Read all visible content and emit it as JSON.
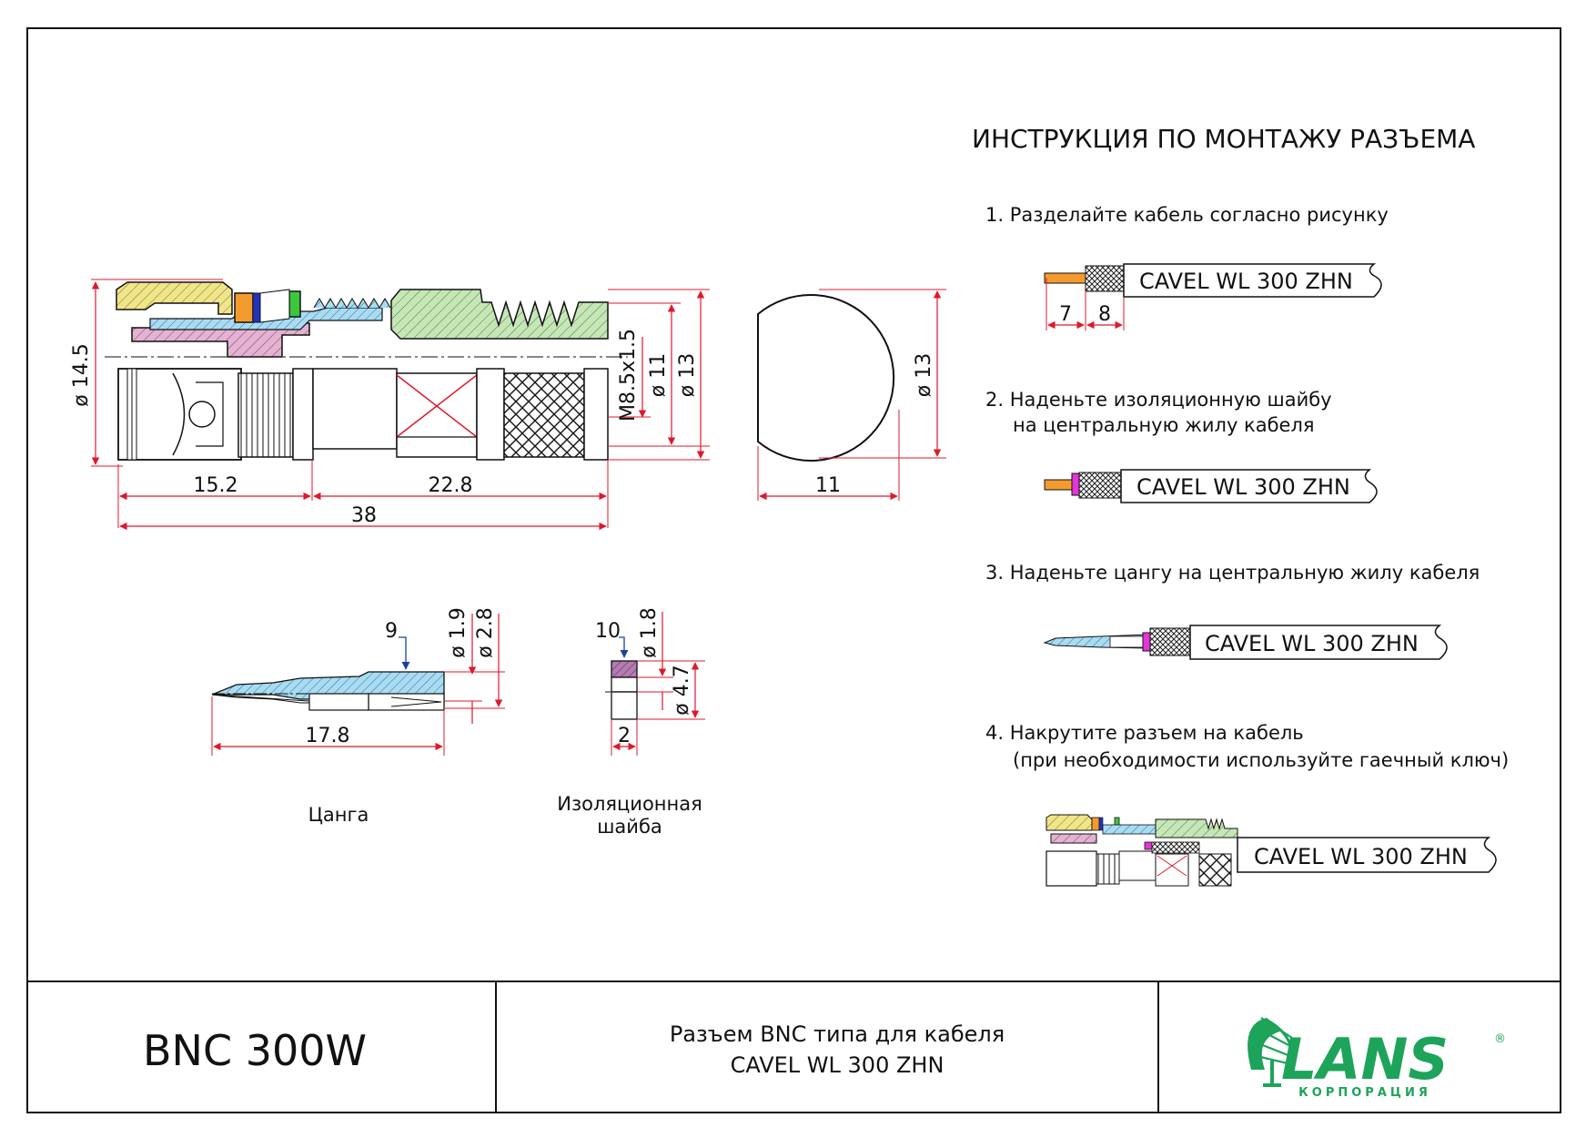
{
  "title_block": {
    "model": "BNC 300W",
    "description_line1": "Разъем BNC типа для кабеля",
    "description_line2": "CAVEL WL 300 ZHN",
    "logo_text": "LANS",
    "logo_subtext": "КОРПОРАЦИЯ",
    "logo_mark": "®"
  },
  "instructions": {
    "heading": "ИНСТРУКЦИЯ ПО МОНТАЖУ РАЗЪЕМА",
    "steps": [
      {
        "line1": "1.  Разделайте кабель согласно рисунку",
        "line2": "",
        "cable_label": "CAVEL WL 300 ZHN",
        "dim_a": "7",
        "dim_b": "8"
      },
      {
        "line1": "2.  Наденьте изоляционную шайбу",
        "line2": "на центральную жилу кабеля",
        "cable_label": "CAVEL WL 300 ZHN"
      },
      {
        "line1": "3.  Наденьте цангу на центральную жилу кабеля",
        "line2": "",
        "cable_label": "CAVEL WL 300 ZHN"
      },
      {
        "line1": "4.  Накрутите разъем на кабель",
        "line2": "(при необходимости используйте гаечный ключ)",
        "cable_label": "CAVEL WL 300 ZHN"
      }
    ]
  },
  "main_drawing": {
    "dim_diameter_14_5": "ø 14.5",
    "dim_length_1": "15.2",
    "dim_length_2": "22.8",
    "dim_total": "38",
    "dim_thread": "M8.5x1.5",
    "dim_d11": "ø 11",
    "dim_d13": "ø 13"
  },
  "end_view": {
    "dim_width": "11",
    "dim_diameter": "ø 13"
  },
  "collet": {
    "part_number": "9",
    "dim_d1": "ø 1.9",
    "dim_d2": "ø 2.8",
    "dim_length": "17.8",
    "caption": "Цанга"
  },
  "washer": {
    "part_number": "10",
    "dim_d1": "ø 1.8",
    "dim_d2": "ø 4.7",
    "dim_width": "2",
    "caption_line1": "Изоляционная",
    "caption_line2": "шайба"
  },
  "colors": {
    "dimension_red": "#e0182b",
    "yellow_hatch": "#f1e58a",
    "pink_hatch": "#d99ac2",
    "blue_hatch": "#8fd0ee",
    "green_hatch": "#a8d89b",
    "logo_green": "#1ea35a"
  }
}
